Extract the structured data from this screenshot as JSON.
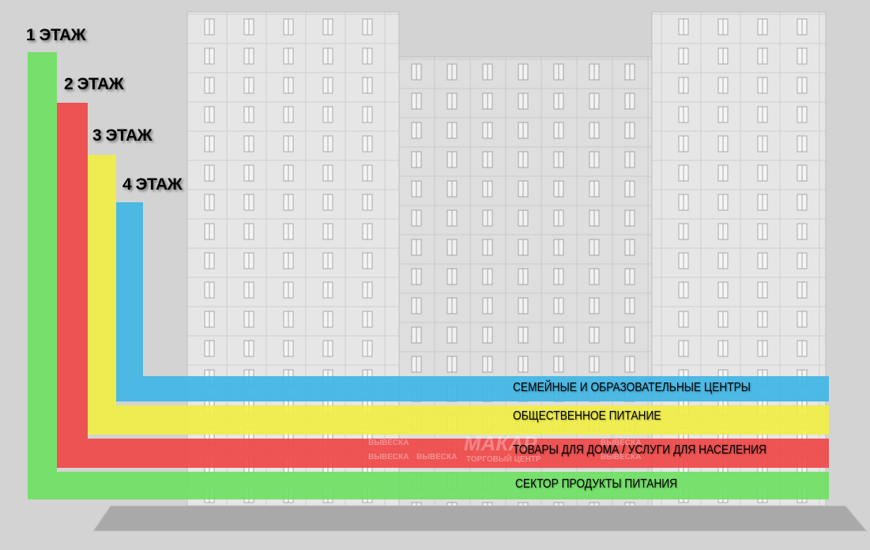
{
  "floors": [
    {
      "label": "1 ЭТАЖ",
      "sector": "СЕКТОР ПРОДУКТЫ ПИТАНИЯ",
      "color": "#6fe063"
    },
    {
      "label": "2 ЭТАЖ",
      "sector": "ТОВАРЫ ДЛЯ ДОМА / УСЛУГИ ДЛЯ НАСЕЛЕНИЯ",
      "color": "#ef4848"
    },
    {
      "label": "3 ЭТАЖ",
      "sector": "ОБЩЕСТВЕННОЕ ПИТАНИЕ",
      "color": "#f0ee45"
    },
    {
      "label": "4 ЭТАЖ",
      "sector": "СЕМЕЙНЫЕ И ОБРАЗОВАТЕЛЬНЫЕ ЦЕНТРЫ",
      "color": "#3fb6e4"
    }
  ],
  "building_signs": {
    "sign": "ВЫВЕСКА",
    "brand": "МАКАР",
    "brand_subtitle": "ТОРГОВЫЙ ЦЕНТР"
  }
}
